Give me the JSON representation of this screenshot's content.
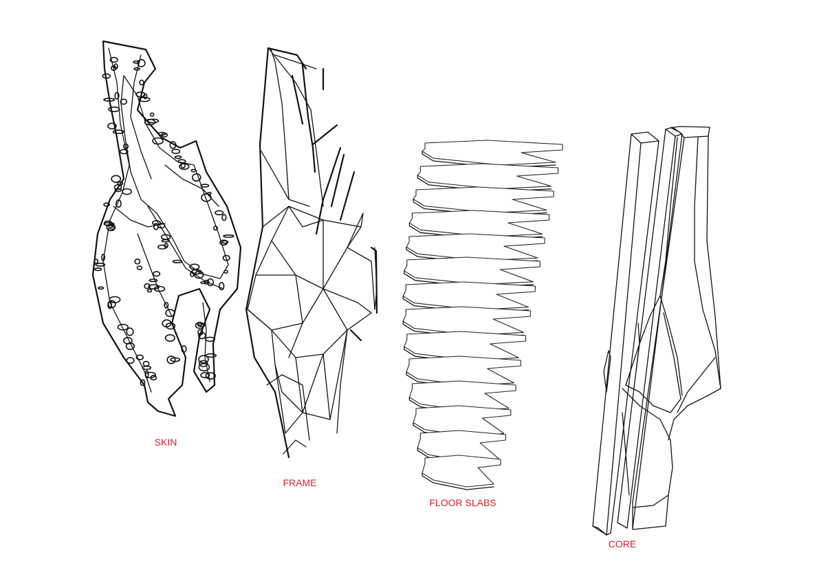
{
  "labels": {
    "skin": "SKIN",
    "frame": "FRAME",
    "floor_slabs": "FLOOR SLABS",
    "core": "CORE"
  },
  "colors": {
    "label": "#d0202a",
    "line": "#111111",
    "background": "#ffffff"
  }
}
